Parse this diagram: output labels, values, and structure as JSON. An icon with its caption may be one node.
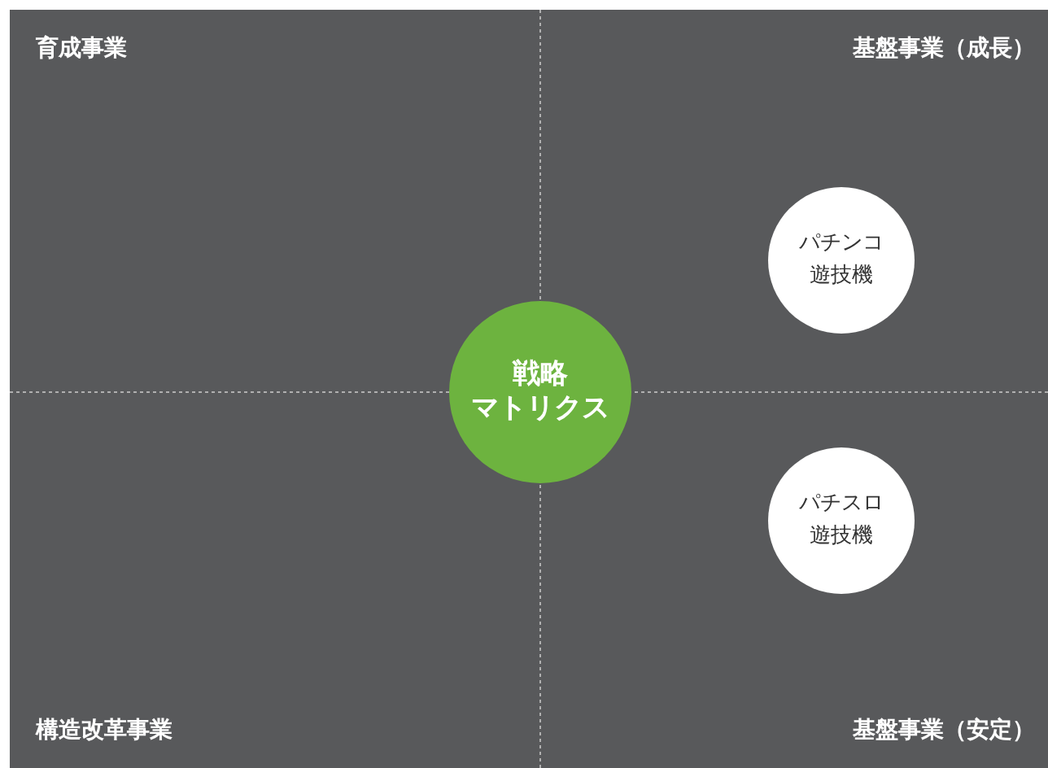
{
  "diagram": {
    "nodes": [
      {
        "text": [
          "戦略",
          "マトリクス"
        ]
      },
      {
        "text": [
          "パチンコ遊技機"
        ]
      },
      {
        "text": [
          "パチスロ遊技機"
        ]
      }
    ],
    "labels": [
      "育成事業",
      "基盤事業（成長）",
      "構造改革事業",
      "基盤事業（安定）"
    ]
  }
}
